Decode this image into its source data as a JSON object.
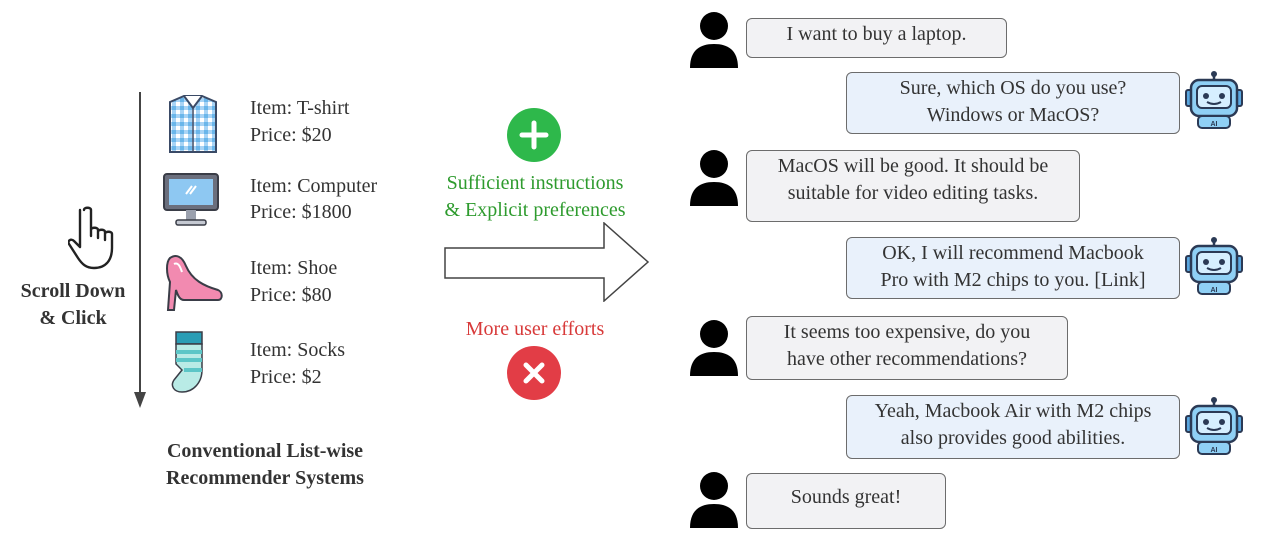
{
  "left_panel": {
    "scroll_label_line1": "Scroll Down",
    "scroll_label_line2": "& Click",
    "caption_line1": "Conventional List-wise",
    "caption_line2": "Recommender Systems",
    "items": [
      {
        "item": "Item: T-shirt",
        "price": "Price:  $20",
        "icon": "tshirt-icon"
      },
      {
        "item": "Item: Computer",
        "price": "Price:  $1800",
        "icon": "computer-icon"
      },
      {
        "item": "Item: Shoe",
        "price": "Price:  $80",
        "icon": "shoe-icon"
      },
      {
        "item": "Item: Socks",
        "price": "Price:  $2",
        "icon": "socks-icon"
      }
    ]
  },
  "middle": {
    "positive_line1": "Sufficient instructions",
    "positive_line2": "& Explicit preferences",
    "negative": "More user efforts",
    "colors": {
      "positive": "#2eb84b",
      "negative": "#e23d46"
    }
  },
  "chat": {
    "messages": [
      {
        "role": "user",
        "lines": [
          "I want to buy a laptop."
        ]
      },
      {
        "role": "bot",
        "lines": [
          "Sure, which OS do you use?",
          "Windows or MacOS?"
        ]
      },
      {
        "role": "user",
        "lines": [
          "MacOS will be good. It should be",
          "suitable for video editing tasks."
        ]
      },
      {
        "role": "bot",
        "lines": [
          "OK, I will recommend Macbook",
          "Pro with M2 chips to you. [Link]"
        ]
      },
      {
        "role": "user",
        "lines": [
          "It seems too expensive, do you",
          "have other recommendations?"
        ]
      },
      {
        "role": "bot",
        "lines": [
          "Yeah, Macbook Air with M2 chips",
          "also provides good abilities."
        ]
      },
      {
        "role": "user",
        "lines": [
          "Sounds great!"
        ]
      }
    ],
    "robot_badge": "AI"
  }
}
